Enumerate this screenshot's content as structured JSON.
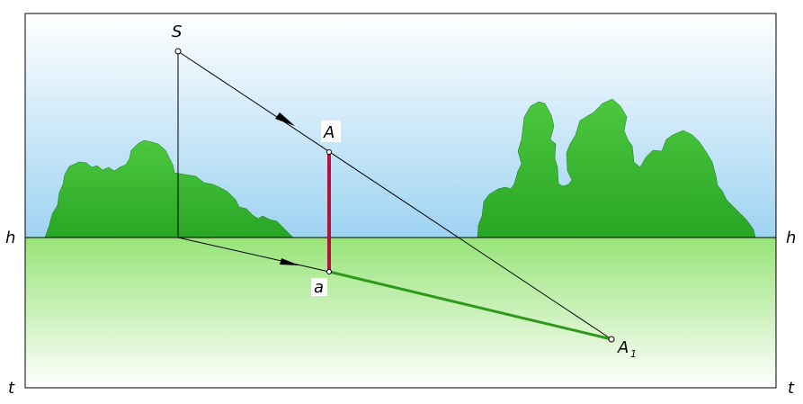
{
  "labels": {
    "s": "S",
    "a_upper": "A",
    "a_lower": "a",
    "a1_main": "A",
    "a1_sub": "1",
    "h": "h",
    "t": "t"
  },
  "colors": {
    "sky_top": "#ffffff",
    "sky_bottom": "#9fd4f2",
    "ground_top": "#9ae57a",
    "ground_bottom": "#ffffff",
    "foliage": "#33b82c",
    "foliage_dark": "#259e22",
    "segment_vertical": "#b0143c",
    "segment_shadow": "#2e9a1a",
    "lines": "#000000"
  }
}
